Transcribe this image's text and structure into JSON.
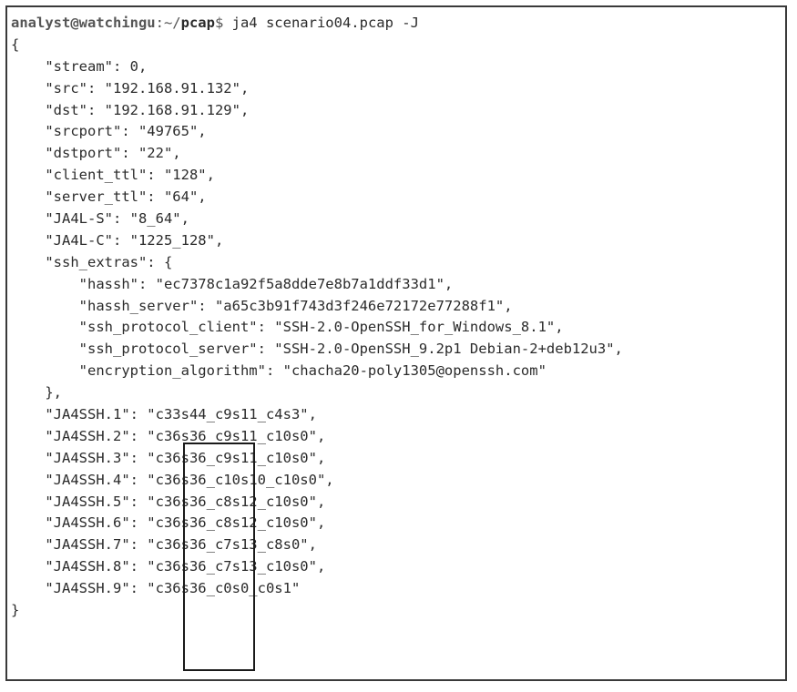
{
  "terminal": {
    "prompt": {
      "user_host": "analyst@watchingu",
      "separator": ":~/",
      "dir": "pcap",
      "symbol": "$ ",
      "command": "ja4 scenario04.pcap -J"
    },
    "lines": [
      "{",
      "    \"stream\": 0,",
      "    \"src\": \"192.168.91.132\",",
      "    \"dst\": \"192.168.91.129\",",
      "    \"srcport\": \"49765\",",
      "    \"dstport\": \"22\",",
      "    \"client_ttl\": \"128\",",
      "    \"server_ttl\": \"64\",",
      "    \"JA4L-S\": \"8_64\",",
      "    \"JA4L-C\": \"1225_128\",",
      "    \"ssh_extras\": {",
      "        \"hassh\": \"ec7378c1a92f5a8dde7e8b7a1ddf33d1\",",
      "        \"hassh_server\": \"a65c3b91f743d3f246e72172e77288f1\",",
      "        \"ssh_protocol_client\": \"SSH-2.0-OpenSSH_for_Windows_8.1\",",
      "        \"ssh_protocol_server\": \"SSH-2.0-OpenSSH_9.2p1 Debian-2+deb12u3\",",
      "        \"encryption_algorithm\": \"chacha20-poly1305@openssh.com\"",
      "    },",
      "    \"JA4SSH.1\": \"c33s44_c9s11_c4s3\",",
      "    \"JA4SSH.2\": \"c36s36_c9s11_c10s0\",",
      "    \"JA4SSH.3\": \"c36s36_c9s11_c10s0\",",
      "    \"JA4SSH.4\": \"c36s36_c10s10_c10s0\",",
      "    \"JA4SSH.5\": \"c36s36_c8s12_c10s0\",",
      "    \"JA4SSH.6\": \"c36s36_c8s12_c10s0\",",
      "    \"JA4SSH.7\": \"c36s36_c7s13_c8s0\",",
      "    \"JA4SSH.8\": \"c36s36_c7s13_c10s0\",",
      "    \"JA4SSH.9\": \"c36s36_c0s0_c0s1\"",
      "}"
    ]
  }
}
